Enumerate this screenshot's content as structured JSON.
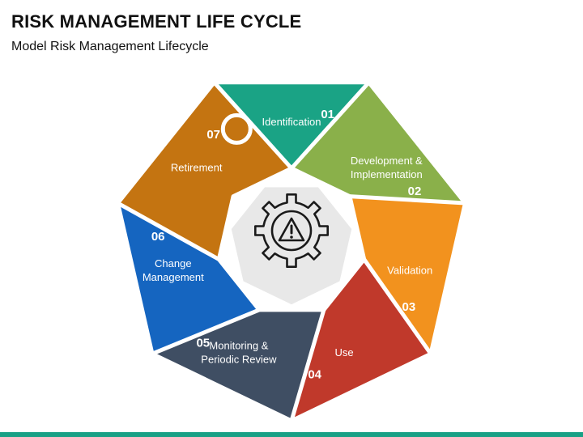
{
  "slide": {
    "title": "RISK MANAGEMENT LIFE CYCLE",
    "subtitle": "Model Risk Management Lifecycle"
  },
  "diagram": {
    "center_icon": "gear-warning-icon",
    "segments": [
      {
        "num": "01",
        "lines": [
          "Identification"
        ],
        "color": "#1aa385"
      },
      {
        "num": "02",
        "lines": [
          "Development &",
          "Implementation"
        ],
        "color": "#8ab04a"
      },
      {
        "num": "03",
        "lines": [
          "Validation"
        ],
        "color": "#f2921e"
      },
      {
        "num": "04",
        "lines": [
          "Use"
        ],
        "color": "#c0392b"
      },
      {
        "num": "05",
        "lines": [
          "Monitoring &",
          "Periodic Review"
        ],
        "color": "#3f4e63"
      },
      {
        "num": "06",
        "lines": [
          "Change",
          "Management"
        ],
        "color": "#1565c0"
      },
      {
        "num": "07",
        "lines": [
          "Retirement"
        ],
        "color": "#c47411"
      }
    ]
  }
}
